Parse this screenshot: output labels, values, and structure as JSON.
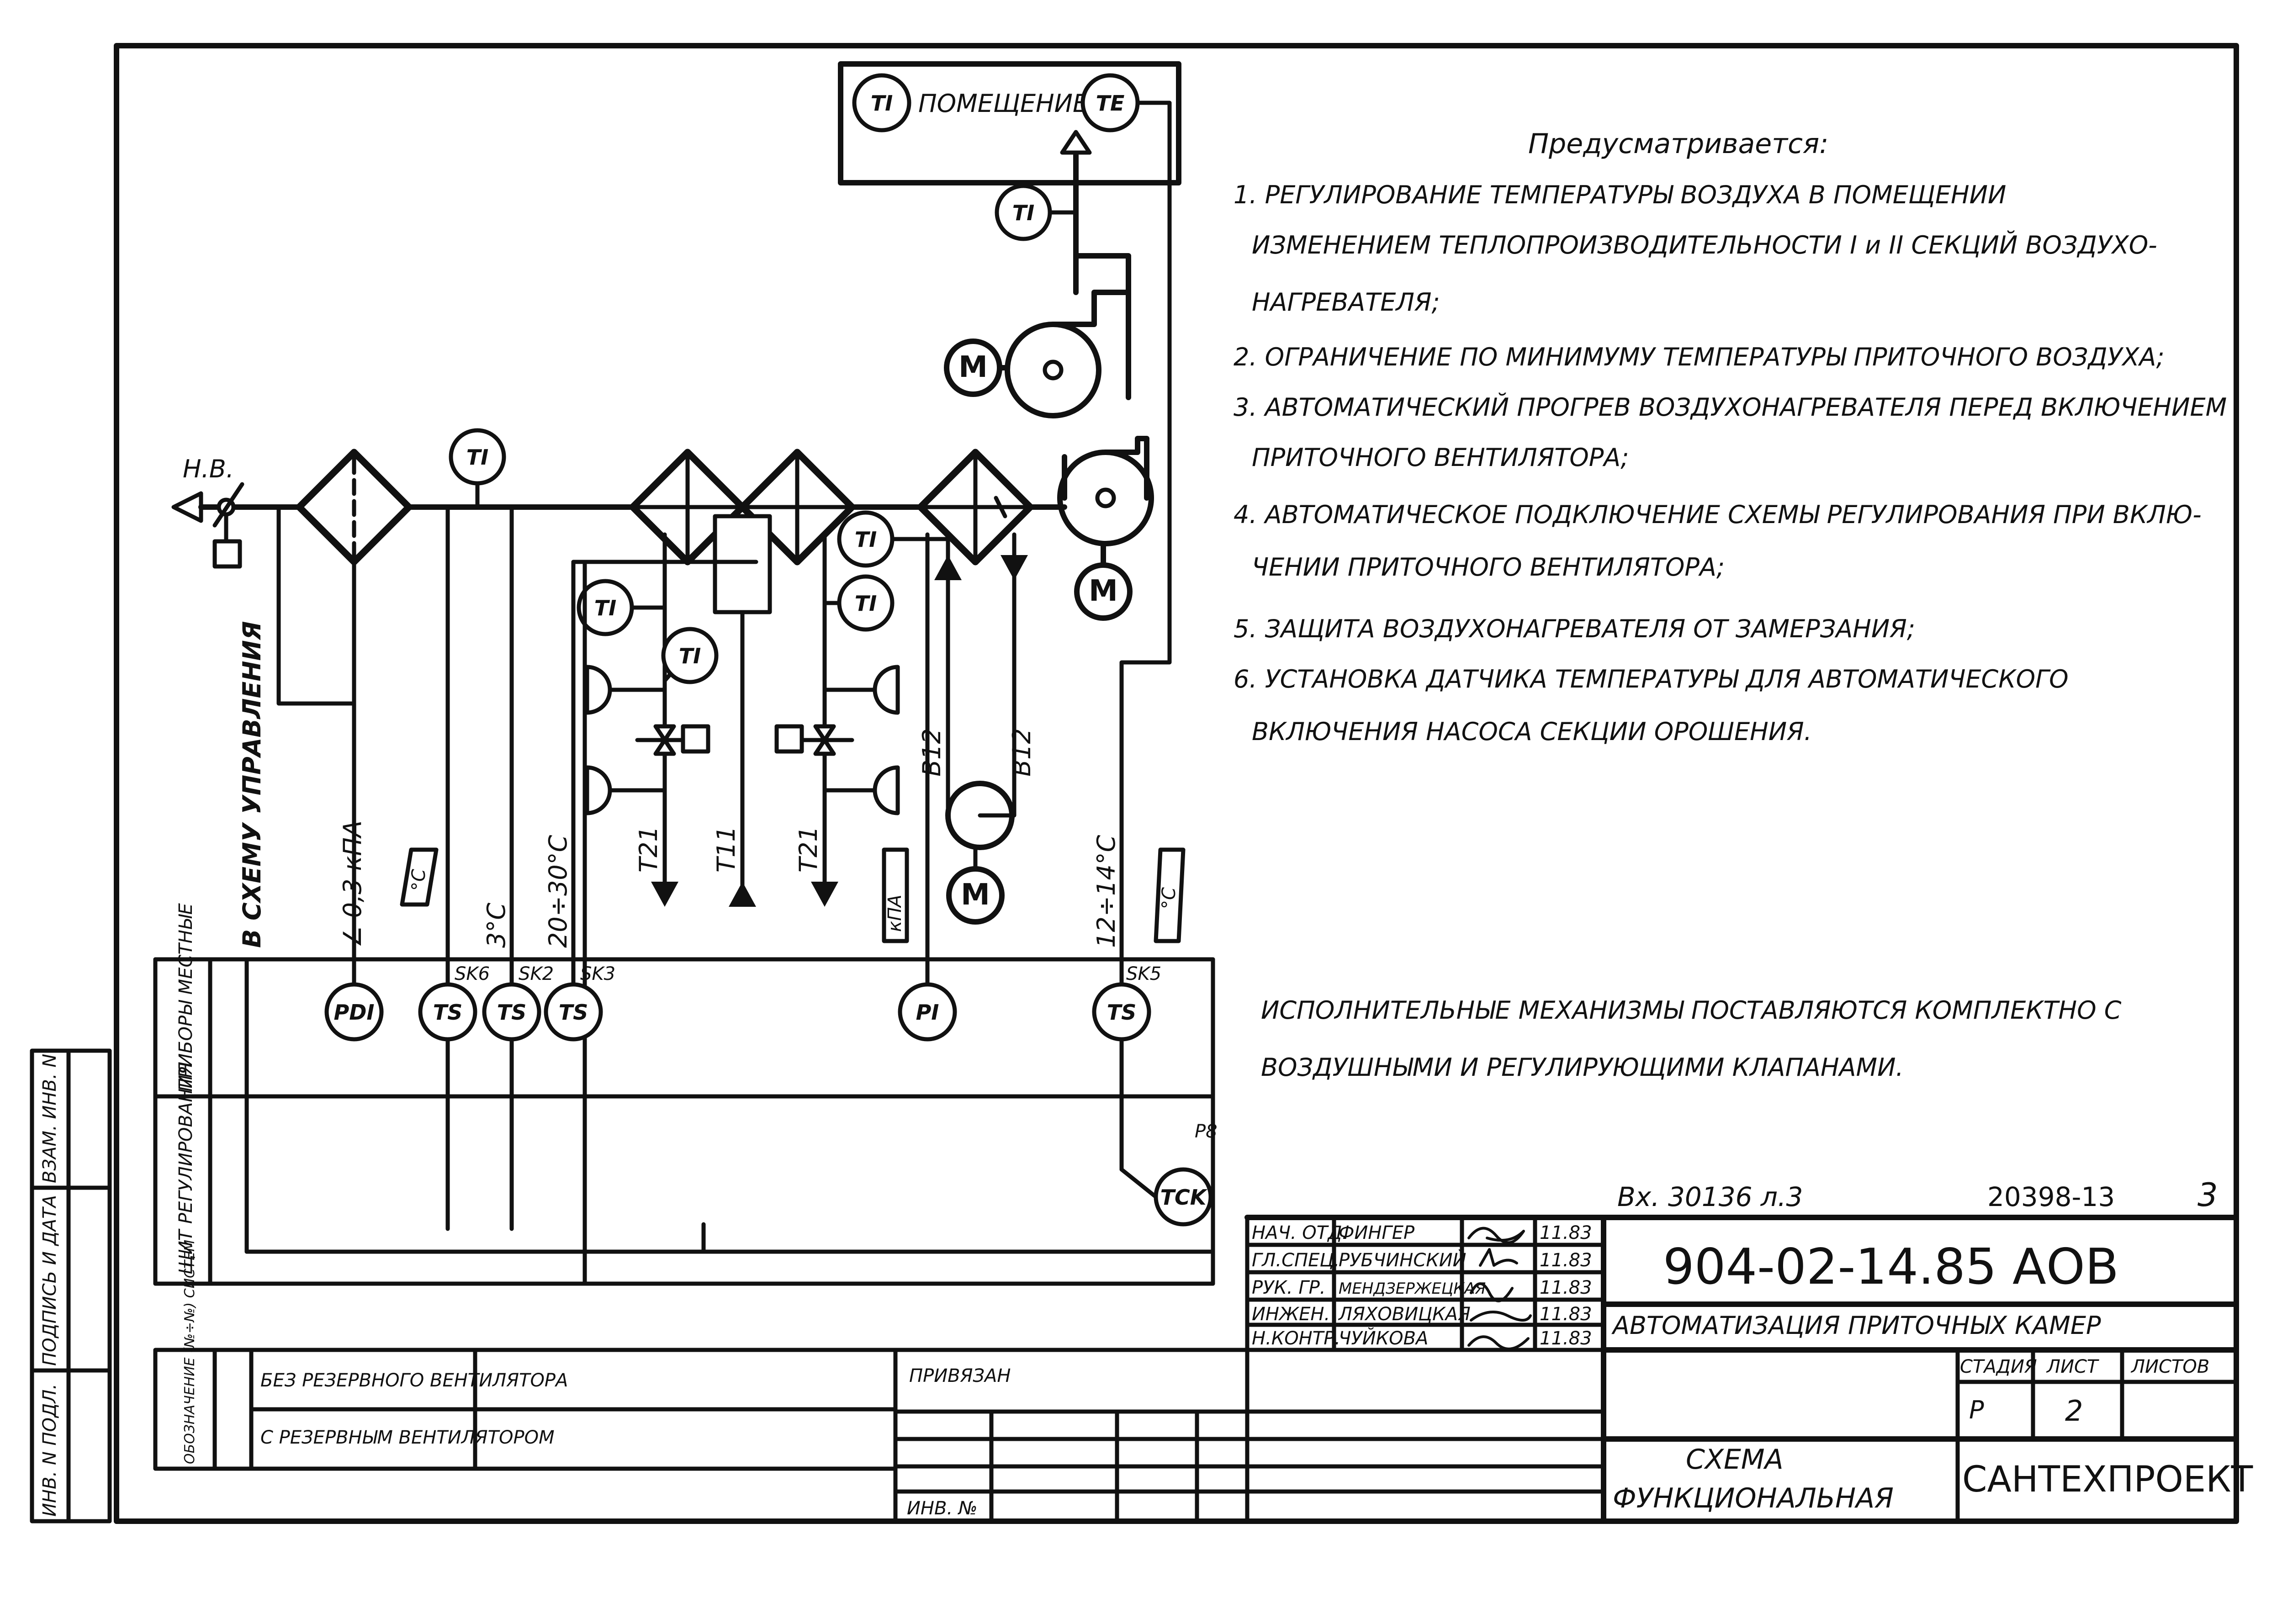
{
  "room": {
    "label": "ПОМЕЩЕНИЕ",
    "ti": "TI",
    "te": "TE"
  },
  "damper_label": "Н.В.",
  "instruments": {
    "ti_main": "TI",
    "ti_vent": "TI",
    "ti_h1": "TI",
    "ti_h2": "TI",
    "ti_h3": "TI",
    "ti_h4": "TI",
    "motor": "M",
    "pdi": "PDI",
    "ts": "TS",
    "pi": "PI",
    "tck": "TCK"
  },
  "lines": {
    "t21": "T21",
    "t11": "T11",
    "b12": "B12"
  },
  "vertical_labels": {
    "to_control": "В СХЕМУ УПРАВЛЕНИЯ",
    "pressure": "∠ 0,3 кПА",
    "t3": "3°C",
    "t20_30": "20÷30°C",
    "kpa": "кПА",
    "t12_14": "12÷14°C",
    "deg_c1": "°C",
    "deg_c2": "°C"
  },
  "positions": {
    "sk6": "SK6",
    "sk2": "SK2",
    "sk3": "SK3",
    "sk5": "SK5",
    "p8": "P8"
  },
  "row_labels": {
    "local": "ПРИБОРЫ МЕСТНЫЕ",
    "panel": "ЩИТ РЕГУЛИРОВАНИЯ"
  },
  "notes": {
    "heading": "Предусматривается:",
    "lines": [
      "1. РЕГУЛИРОВАНИЕ   ТЕМПЕРАТУРЫ  ВОЗДУХА   В ПОМЕЩЕНИИ",
      "ИЗМЕНЕНИЕМ   ТЕПЛОПРОИЗВОДИТЕЛЬНОСТИ  I и II  СЕКЦИЙ  ВОЗДУХО-",
      "НАГРЕВАТЕЛЯ;",
      "2. ОГРАНИЧЕНИЕ  ПО МИНИМУМУ ТЕМПЕРАТУРЫ ПРИТОЧНОГО  ВОЗДУХА;",
      "3. АВТОМАТИЧЕСКИЙ  ПРОГРЕВ  ВОЗДУХОНАГРЕВАТЕЛЯ ПЕРЕД ВКЛЮЧЕНИЕМ",
      "ПРИТОЧНОГО  ВЕНТИЛЯТОРА;",
      "4. АВТОМАТИЧЕСКОЕ  ПОДКЛЮЧЕНИЕ  СХЕМЫ РЕГУЛИРОВАНИЯ ПРИ ВКЛЮ-",
      "ЧЕНИИ   ПРИТОЧНОГО   ВЕНТИЛЯТОРА;",
      "5. ЗАЩИТА  ВОЗДУХОНАГРЕВАТЕЛЯ  ОТ ЗАМЕРЗАНИЯ;",
      "6. УСТАНОВКА   ДАТЧИКА  ТЕМПЕРАТУРЫ ДЛЯ АВТОМАТИЧЕСКОГО",
      "ВКЛЮЧЕНИЯ  НАСОСА  СЕКЦИИ  ОРОШЕНИЯ."
    ],
    "actuators_1": "ИСПОЛНИТЕЛЬНЫЕ  МЕХАНИЗМЫ ПОСТАВЛЯЮТСЯ  КОМПЛЕКТНО  С",
    "actuators_2": "ВОЗДУШНЫМИ  И  РЕГУЛИРУЮЩИМИ  КЛАПАНАМИ."
  },
  "stamp": {
    "ref": "Вх. 30136 л.3",
    "number": "20398-13",
    "page": "3",
    "code": "904-02-14.85  АОВ",
    "title": "АВТОМАТИЗАЦИЯ  ПРИТОЧНЫХ  КАМЕР",
    "drawing": [
      "СХЕМА",
      "ФУНКЦИОНАЛЬНАЯ"
    ],
    "org": "САНТЕХПРОЕКТ",
    "stage_h": "СТАДИЯ",
    "sheet_h": "ЛИСТ",
    "sheets_h": "ЛИСТОВ",
    "stage": "Р",
    "sheet": "2",
    "roles": [
      {
        "role": "НАЧ. ОТД.",
        "name": "ФИНГЕР",
        "date": "11.83"
      },
      {
        "role": "ГЛ.СПЕЦ.",
        "name": "РУБЧИНСКИЙ",
        "date": "11.83"
      },
      {
        "role": "РУК. ГР.",
        "name": "МЕНДЗЕРЖЕЦКАЯ",
        "date": "11.83"
      },
      {
        "role": "ИНЖЕН.",
        "name": "ЛЯХОВИЦКАЯ",
        "date": "11.83"
      },
      {
        "role": "Н.КОНТР.",
        "name": "ЧУЙКОВА",
        "date": "11.83"
      }
    ],
    "tied": "ПРИВЯЗАН",
    "inv": "ИНВ. №"
  },
  "variants": {
    "header": "ОБОЗНАЧЕНИЕ (№÷№) СИСТЕМ",
    "rows": [
      "БЕЗ РЕЗЕРВНОГО ВЕНТИЛЯТОРА",
      "С РЕЗЕРВНЫМ ВЕНТИЛЯТОРОМ"
    ]
  },
  "side_labels": {
    "vzam": "ВЗАМ. ИНВ. N",
    "podp": "ПОДПИСЬ И ДАТА",
    "inv_podl": "ИНВ. N ПОДЛ."
  }
}
